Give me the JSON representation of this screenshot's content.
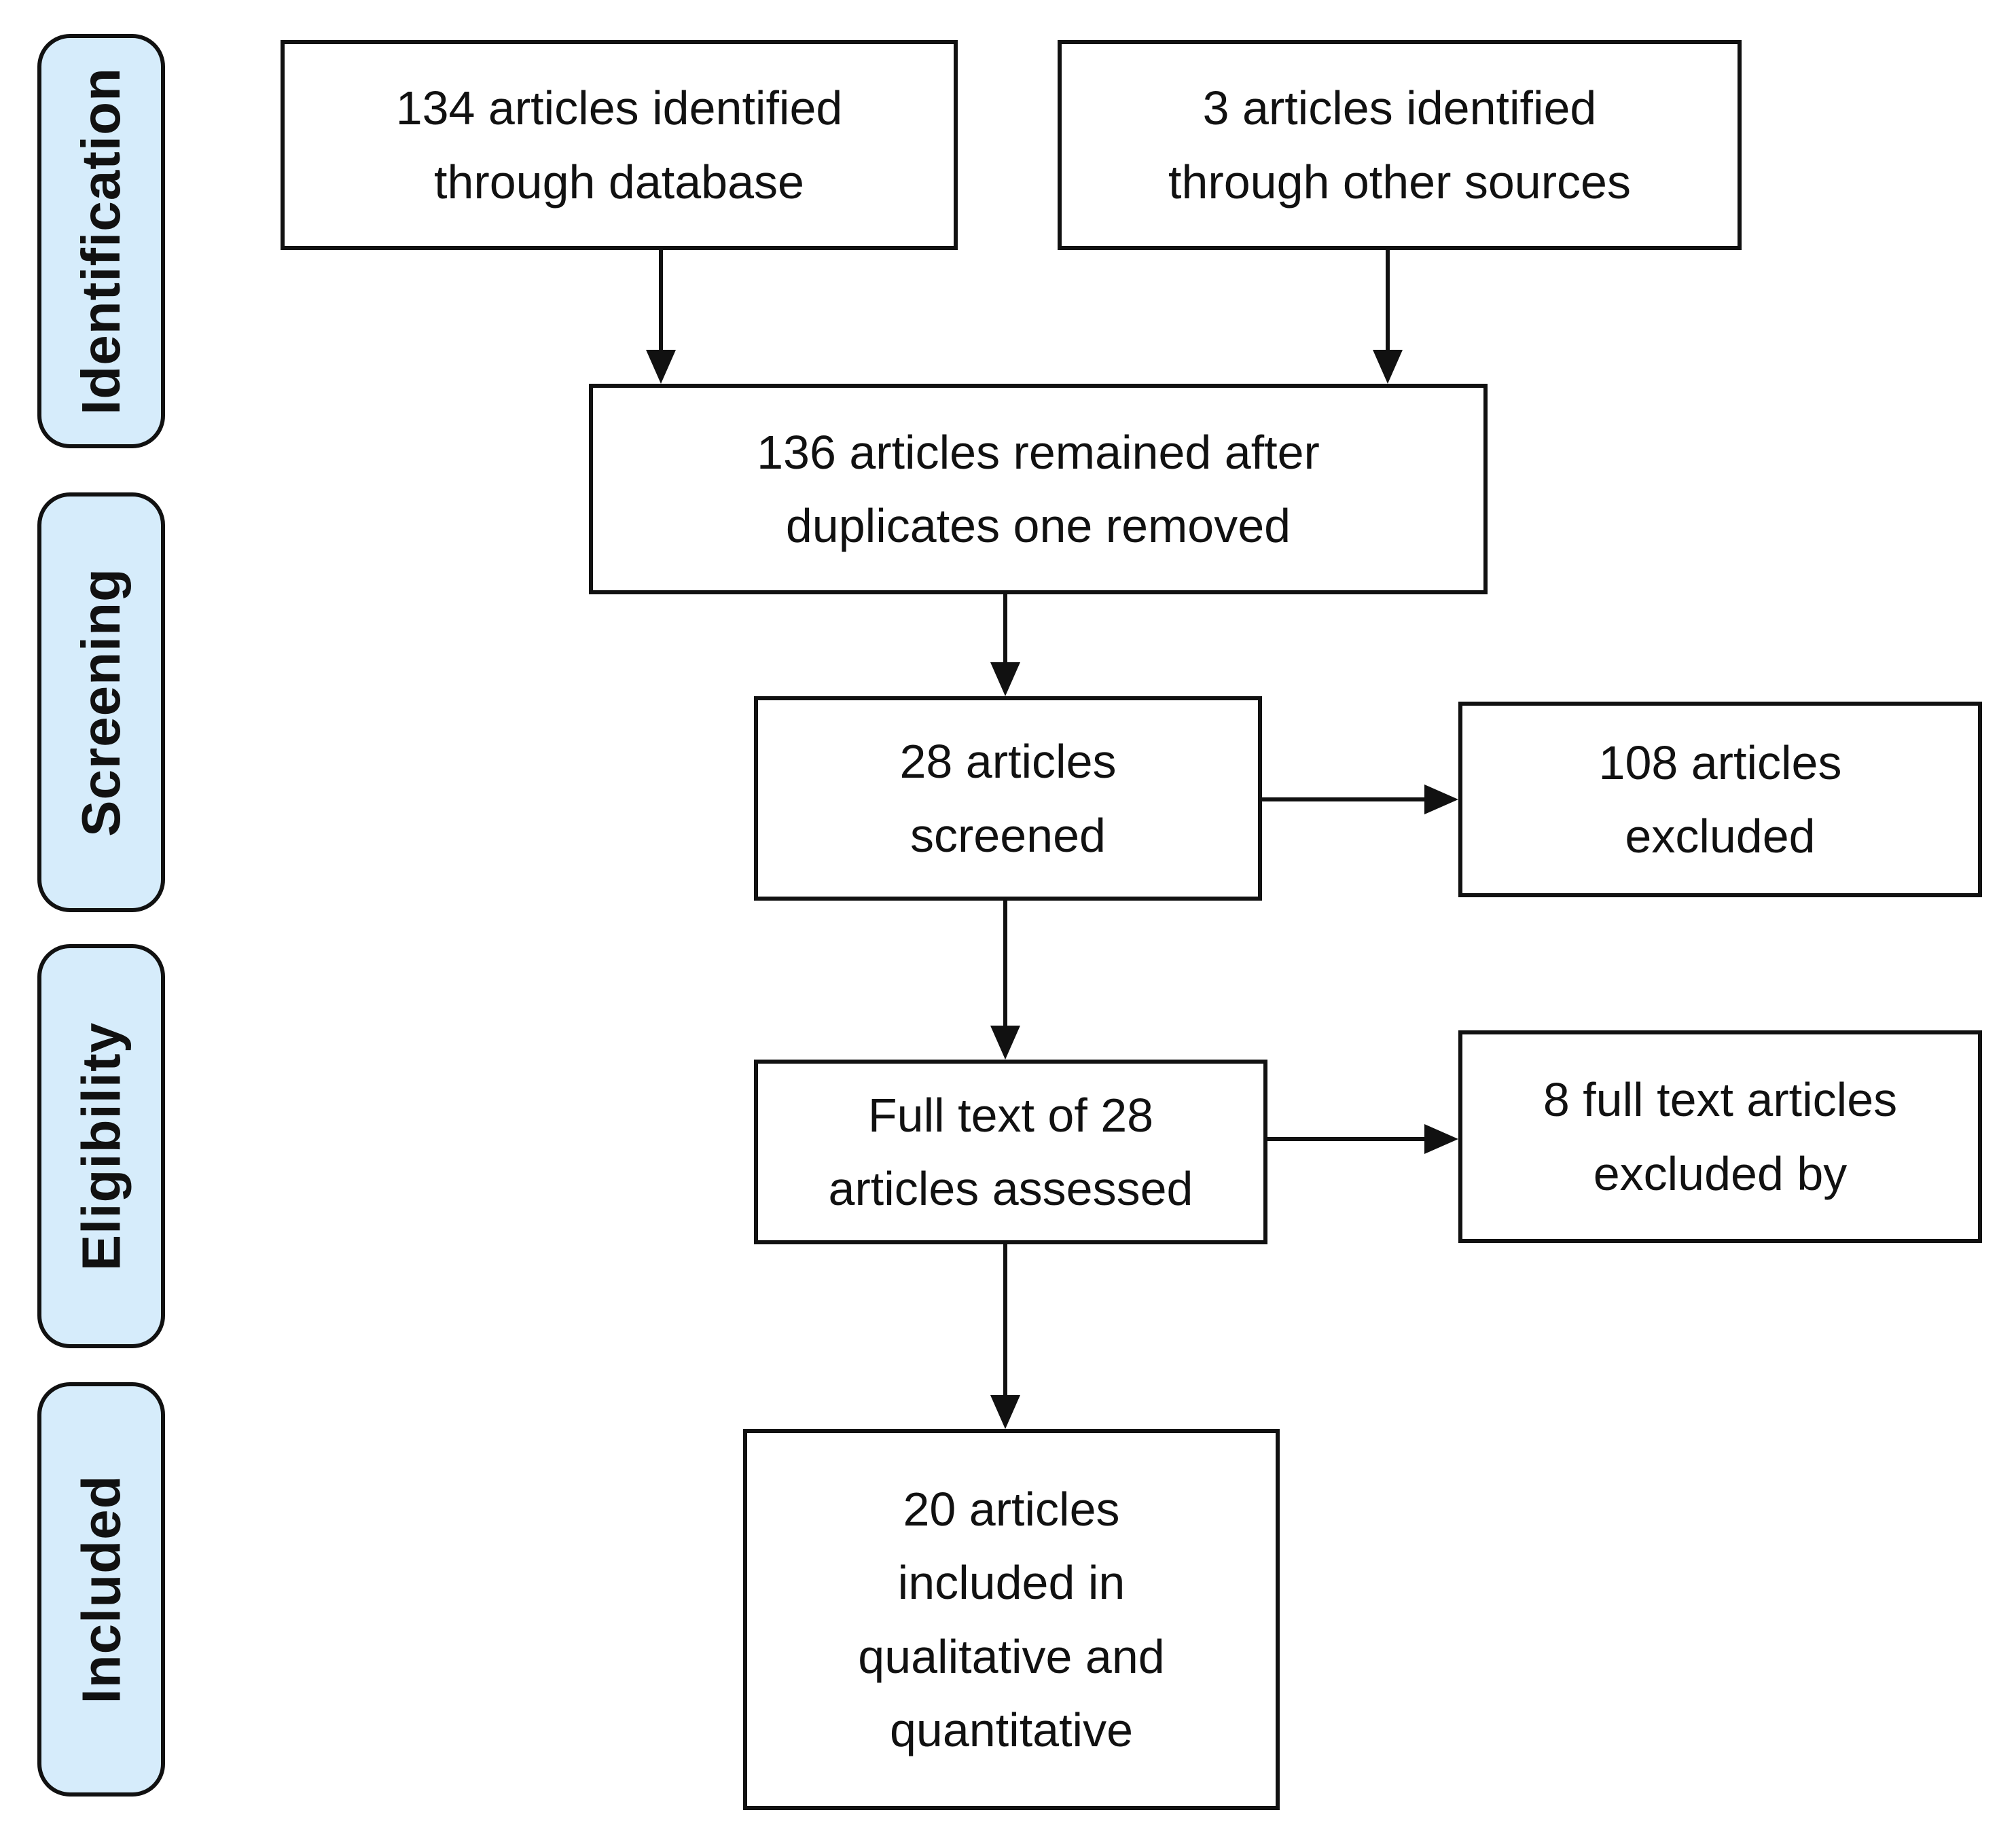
{
  "diagram": {
    "stages": [
      {
        "label": "Identification"
      },
      {
        "label": "Screening"
      },
      {
        "label": "Eligibility"
      },
      {
        "label": "Included"
      }
    ],
    "boxes": {
      "identified_database": "134 articles identified\nthrough database",
      "identified_other": "3 articles identified\nthrough other sources",
      "after_duplicates": "136 articles remained after\nduplicates one removed",
      "screened": "28 articles\nscreened",
      "screened_excluded": "108 articles\nexcluded",
      "fulltext_assessed": "Full text of 28\narticles assessed",
      "fulltext_excluded": "8 full text articles\nexcluded by",
      "included_final": "20 articles\nincluded in\nqualitative and\nquantitative"
    },
    "colors": {
      "stage_fill": "#d6ecfb",
      "box_fill": "#ffffff",
      "line": "#111111"
    }
  }
}
